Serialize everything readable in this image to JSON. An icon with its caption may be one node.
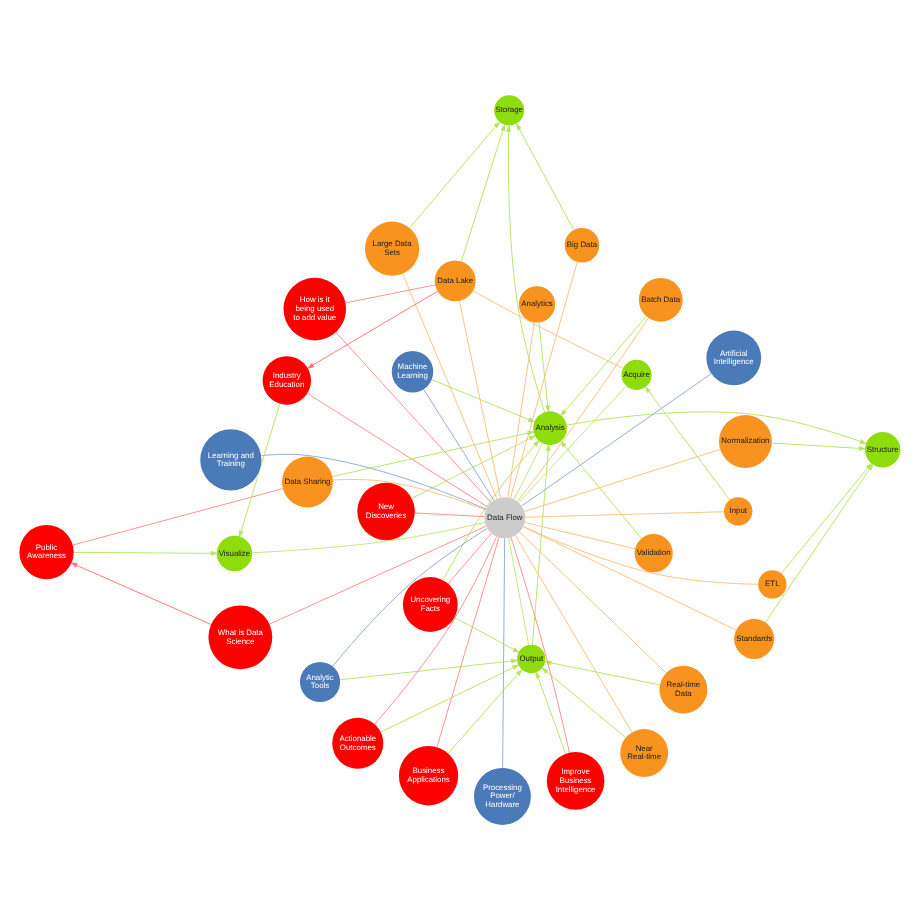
{
  "diagram": {
    "nodes": [
      {
        "text": [
          "New Discoveries"
        ]
      },
      {
        "text": [
          "Real-time Data"
        ]
      },
      {
        "text": [
          "Uncovering Facts"
        ]
      },
      {
        "text": [
          "ETL"
        ]
      },
      {
        "text": [
          "Near Real-time"
        ]
      },
      {
        "text": [
          "Analytic Tools"
        ]
      },
      {
        "text": [
          "Actionable Outcomes"
        ]
      },
      {
        "text": [
          "Improve Business Intelligence"
        ]
      },
      {
        "text": [
          "Standards"
        ]
      },
      {
        "text": [
          "Output"
        ]
      },
      {
        "text": [
          "Business Applications"
        ]
      },
      {
        "text": [
          "Machine Learning"
        ]
      },
      {
        "text": [
          "Normalization"
        ]
      },
      {
        "text": [
          "Validation"
        ]
      },
      {
        "text": [
          "Batch Data"
        ]
      },
      {
        "text": [
          "Analysis"
        ]
      },
      {
        "text": [
          "Structure"
        ]
      },
      {
        "text": [
          "Analytics"
        ]
      },
      {
        "text": [
          "Data Flow"
        ]
      },
      {
        "text": [
          "Learning and Training"
        ]
      },
      {
        "text": [
          "What is Data Science"
        ]
      },
      {
        "text": [
          "Big Data"
        ]
      },
      {
        "text": [
          "Data Sharing"
        ]
      },
      {
        "text": [
          "Artificial Intelligence"
        ]
      },
      {
        "text": [
          "Large Data Sets"
        ]
      },
      {
        "text": [
          "Processing Power/ Hardware"
        ]
      },
      {
        "text": [
          "Storage"
        ]
      },
      {
        "text": [
          "Public Awareness"
        ]
      },
      {
        "text": [
          "How is it being used to add value"
        ]
      },
      {
        "text": [
          "Input"
        ]
      },
      {
        "text": [
          "Acquire"
        ]
      },
      {
        "text": [
          "Data Lake"
        ]
      },
      {
        "text": [
          "Visualize"
        ]
      },
      {
        "text": [
          "Industry Education"
        ]
      }
    ],
    "edges": [
      {
        "from": 18,
        "to": 0,
        "arrow": "none",
        "color": "#ff8c8c"
      },
      {
        "from": 18,
        "to": 1,
        "arrow": "none",
        "color": "#f8c27f"
      },
      {
        "from": 18,
        "to": 2,
        "arrow": "none",
        "color": "#ff8c8c"
      },
      {
        "from": 18,
        "to": 3,
        "arrow": "none",
        "color": "#f8c27f"
      },
      {
        "from": 18,
        "to": 4,
        "arrow": "none",
        "color": "#f8c27f"
      },
      {
        "from": 18,
        "to": 5,
        "arrow": "none",
        "color": "#8eaad6"
      },
      {
        "from": 18,
        "to": 6,
        "arrow": "none",
        "color": "#ff8c8c"
      },
      {
        "from": 18,
        "to": 7,
        "arrow": "none",
        "color": "#ff8c8c"
      },
      {
        "from": 18,
        "to": 8,
        "arrow": "none",
        "color": "#f8c27f"
      },
      {
        "from": 18,
        "to": 9,
        "arrow": "none",
        "color": "#bfe87a"
      },
      {
        "from": 18,
        "to": 10,
        "arrow": "none",
        "color": "#ff8c8c"
      },
      {
        "from": 18,
        "to": 11,
        "arrow": "none",
        "color": "#8eaad6"
      },
      {
        "from": 18,
        "to": 12,
        "arrow": "none",
        "color": "#f8c27f"
      },
      {
        "from": 18,
        "to": 13,
        "arrow": "none",
        "color": "#f8c27f"
      },
      {
        "from": 18,
        "to": 14,
        "arrow": "none",
        "color": "#f8c27f"
      },
      {
        "from": 18,
        "to": 15,
        "arrow": "none",
        "color": "#bfe87a"
      },
      {
        "from": 18,
        "to": 17,
        "arrow": "none",
        "color": "#f8c27f"
      },
      {
        "from": 18,
        "to": 19,
        "arrow": "none",
        "color": "#8eaad6"
      },
      {
        "from": 18,
        "to": 20,
        "arrow": "none",
        "color": "#ff8c8c"
      },
      {
        "from": 18,
        "to": 21,
        "arrow": "none",
        "color": "#f8c27f"
      },
      {
        "from": 18,
        "to": 22,
        "arrow": "none",
        "color": "#f8c27f"
      },
      {
        "from": 18,
        "to": 23,
        "arrow": "none",
        "color": "#8eaad6"
      },
      {
        "from": 18,
        "to": 24,
        "arrow": "none",
        "color": "#f8c27f"
      },
      {
        "from": 18,
        "to": 25,
        "arrow": "none",
        "color": "#8eaad6"
      },
      {
        "from": 18,
        "to": 28,
        "arrow": "none",
        "color": "#ff8c8c"
      },
      {
        "from": 18,
        "to": 29,
        "arrow": "none",
        "color": "#f8c27f"
      },
      {
        "from": 18,
        "to": 30,
        "arrow": "none",
        "color": "#bfe87a"
      },
      {
        "from": 18,
        "to": 31,
        "arrow": "none",
        "color": "#f8c27f"
      },
      {
        "from": 18,
        "to": 32,
        "arrow": "none",
        "color": "#bfe87a"
      },
      {
        "from": 18,
        "to": 33,
        "arrow": "none",
        "color": "#ff8c8c"
      },
      {
        "from": 3,
        "to": 16,
        "arrow": "to",
        "color": "#b5e461"
      },
      {
        "from": 8,
        "to": 16,
        "arrow": "to",
        "color": "#b5e461"
      },
      {
        "from": 12,
        "to": 16,
        "arrow": "to",
        "color": "#b5e461"
      },
      {
        "from": 15,
        "to": 16,
        "arrow": "to",
        "color": "#b5e461"
      },
      {
        "from": 1,
        "to": 9,
        "arrow": "to",
        "color": "#b5e461"
      },
      {
        "from": 4,
        "to": 9,
        "arrow": "to",
        "color": "#b5e461"
      },
      {
        "from": 5,
        "to": 9,
        "arrow": "to",
        "color": "#b5e461"
      },
      {
        "from": 2,
        "to": 9,
        "arrow": "to",
        "color": "#b5e461"
      },
      {
        "from": 6,
        "to": 9,
        "arrow": "to",
        "color": "#b5e461"
      },
      {
        "from": 7,
        "to": 9,
        "arrow": "to",
        "color": "#b5e461"
      },
      {
        "from": 10,
        "to": 9,
        "arrow": "to",
        "color": "#b5e461"
      },
      {
        "from": 0,
        "to": 15,
        "arrow": "to",
        "color": "#b5e461"
      },
      {
        "from": 2,
        "to": 15,
        "arrow": "to",
        "color": "#b5e461"
      },
      {
        "from": 9,
        "to": 15,
        "arrow": "to",
        "color": "#b5e461"
      },
      {
        "from": 11,
        "to": 15,
        "arrow": "to",
        "color": "#b5e461"
      },
      {
        "from": 13,
        "to": 15,
        "arrow": "to",
        "color": "#b5e461"
      },
      {
        "from": 14,
        "to": 15,
        "arrow": "to",
        "color": "#b5e461"
      },
      {
        "from": 17,
        "to": 15,
        "arrow": "to",
        "color": "#b5e461"
      },
      {
        "from": 22,
        "to": 15,
        "arrow": "to",
        "color": "#b5e461"
      },
      {
        "from": 15,
        "to": 26,
        "arrow": "to",
        "color": "#b5e461"
      },
      {
        "from": 21,
        "to": 26,
        "arrow": "to",
        "color": "#b5e461"
      },
      {
        "from": 24,
        "to": 26,
        "arrow": "to",
        "color": "#b5e461"
      },
      {
        "from": 31,
        "to": 26,
        "arrow": "to",
        "color": "#b5e461"
      },
      {
        "from": 29,
        "to": 30,
        "arrow": "to",
        "color": "#b5e461"
      },
      {
        "from": 30,
        "to": 31,
        "arrow": "none",
        "color": "#f8c27f"
      },
      {
        "from": 28,
        "to": 31,
        "arrow": "none",
        "color": "#ff8c8c"
      },
      {
        "from": 31,
        "to": 33,
        "arrow": "to",
        "color": "#ff7070"
      },
      {
        "from": 33,
        "to": 32,
        "arrow": "to",
        "color": "#b5e461"
      },
      {
        "from": 27,
        "to": 32,
        "arrow": "to",
        "color": "#b5e461"
      },
      {
        "from": 20,
        "to": 27,
        "arrow": "to",
        "color": "#ff7070"
      },
      {
        "from": 22,
        "to": 27,
        "arrow": "none",
        "color": "#ff8c8c"
      }
    ]
  }
}
